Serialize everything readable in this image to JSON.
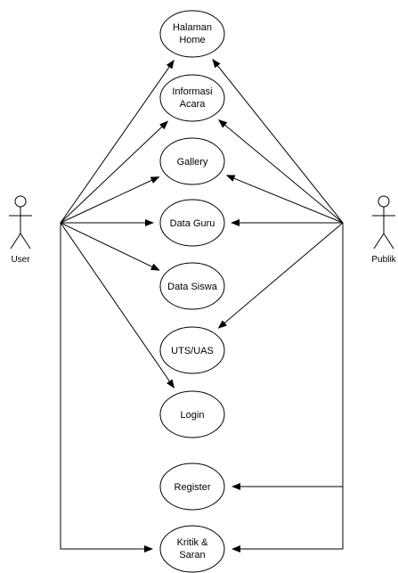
{
  "actors": [
    {
      "id": "user",
      "label": "User"
    },
    {
      "id": "publik",
      "label": "Publik"
    }
  ],
  "use_cases": [
    {
      "id": "halaman-home",
      "lines": [
        "Halaman",
        "Home"
      ]
    },
    {
      "id": "informasi-acara",
      "lines": [
        "Informasi",
        "Acara"
      ]
    },
    {
      "id": "gallery",
      "lines": [
        "Gallery"
      ]
    },
    {
      "id": "data-guru",
      "lines": [
        "Data Guru"
      ]
    },
    {
      "id": "data-siswa",
      "lines": [
        "Data Siswa"
      ]
    },
    {
      "id": "uts-uas",
      "lines": [
        "UTS/UAS"
      ]
    },
    {
      "id": "login",
      "lines": [
        "Login"
      ]
    },
    {
      "id": "register",
      "lines": [
        "Register"
      ]
    },
    {
      "id": "kritik-saran",
      "lines": [
        "Kritik &",
        "Saran"
      ]
    }
  ],
  "associations": [
    {
      "from": "user",
      "to": "halaman-home"
    },
    {
      "from": "user",
      "to": "informasi-acara"
    },
    {
      "from": "user",
      "to": "gallery"
    },
    {
      "from": "user",
      "to": "data-guru"
    },
    {
      "from": "user",
      "to": "data-siswa"
    },
    {
      "from": "user",
      "to": "login"
    },
    {
      "from": "user",
      "to": "kritik-saran"
    },
    {
      "from": "publik",
      "to": "halaman-home"
    },
    {
      "from": "publik",
      "to": "informasi-acara"
    },
    {
      "from": "publik",
      "to": "gallery"
    },
    {
      "from": "publik",
      "to": "data-guru"
    },
    {
      "from": "publik",
      "to": "uts-uas"
    },
    {
      "from": "publik",
      "to": "register"
    },
    {
      "from": "publik",
      "to": "kritik-saran"
    }
  ]
}
